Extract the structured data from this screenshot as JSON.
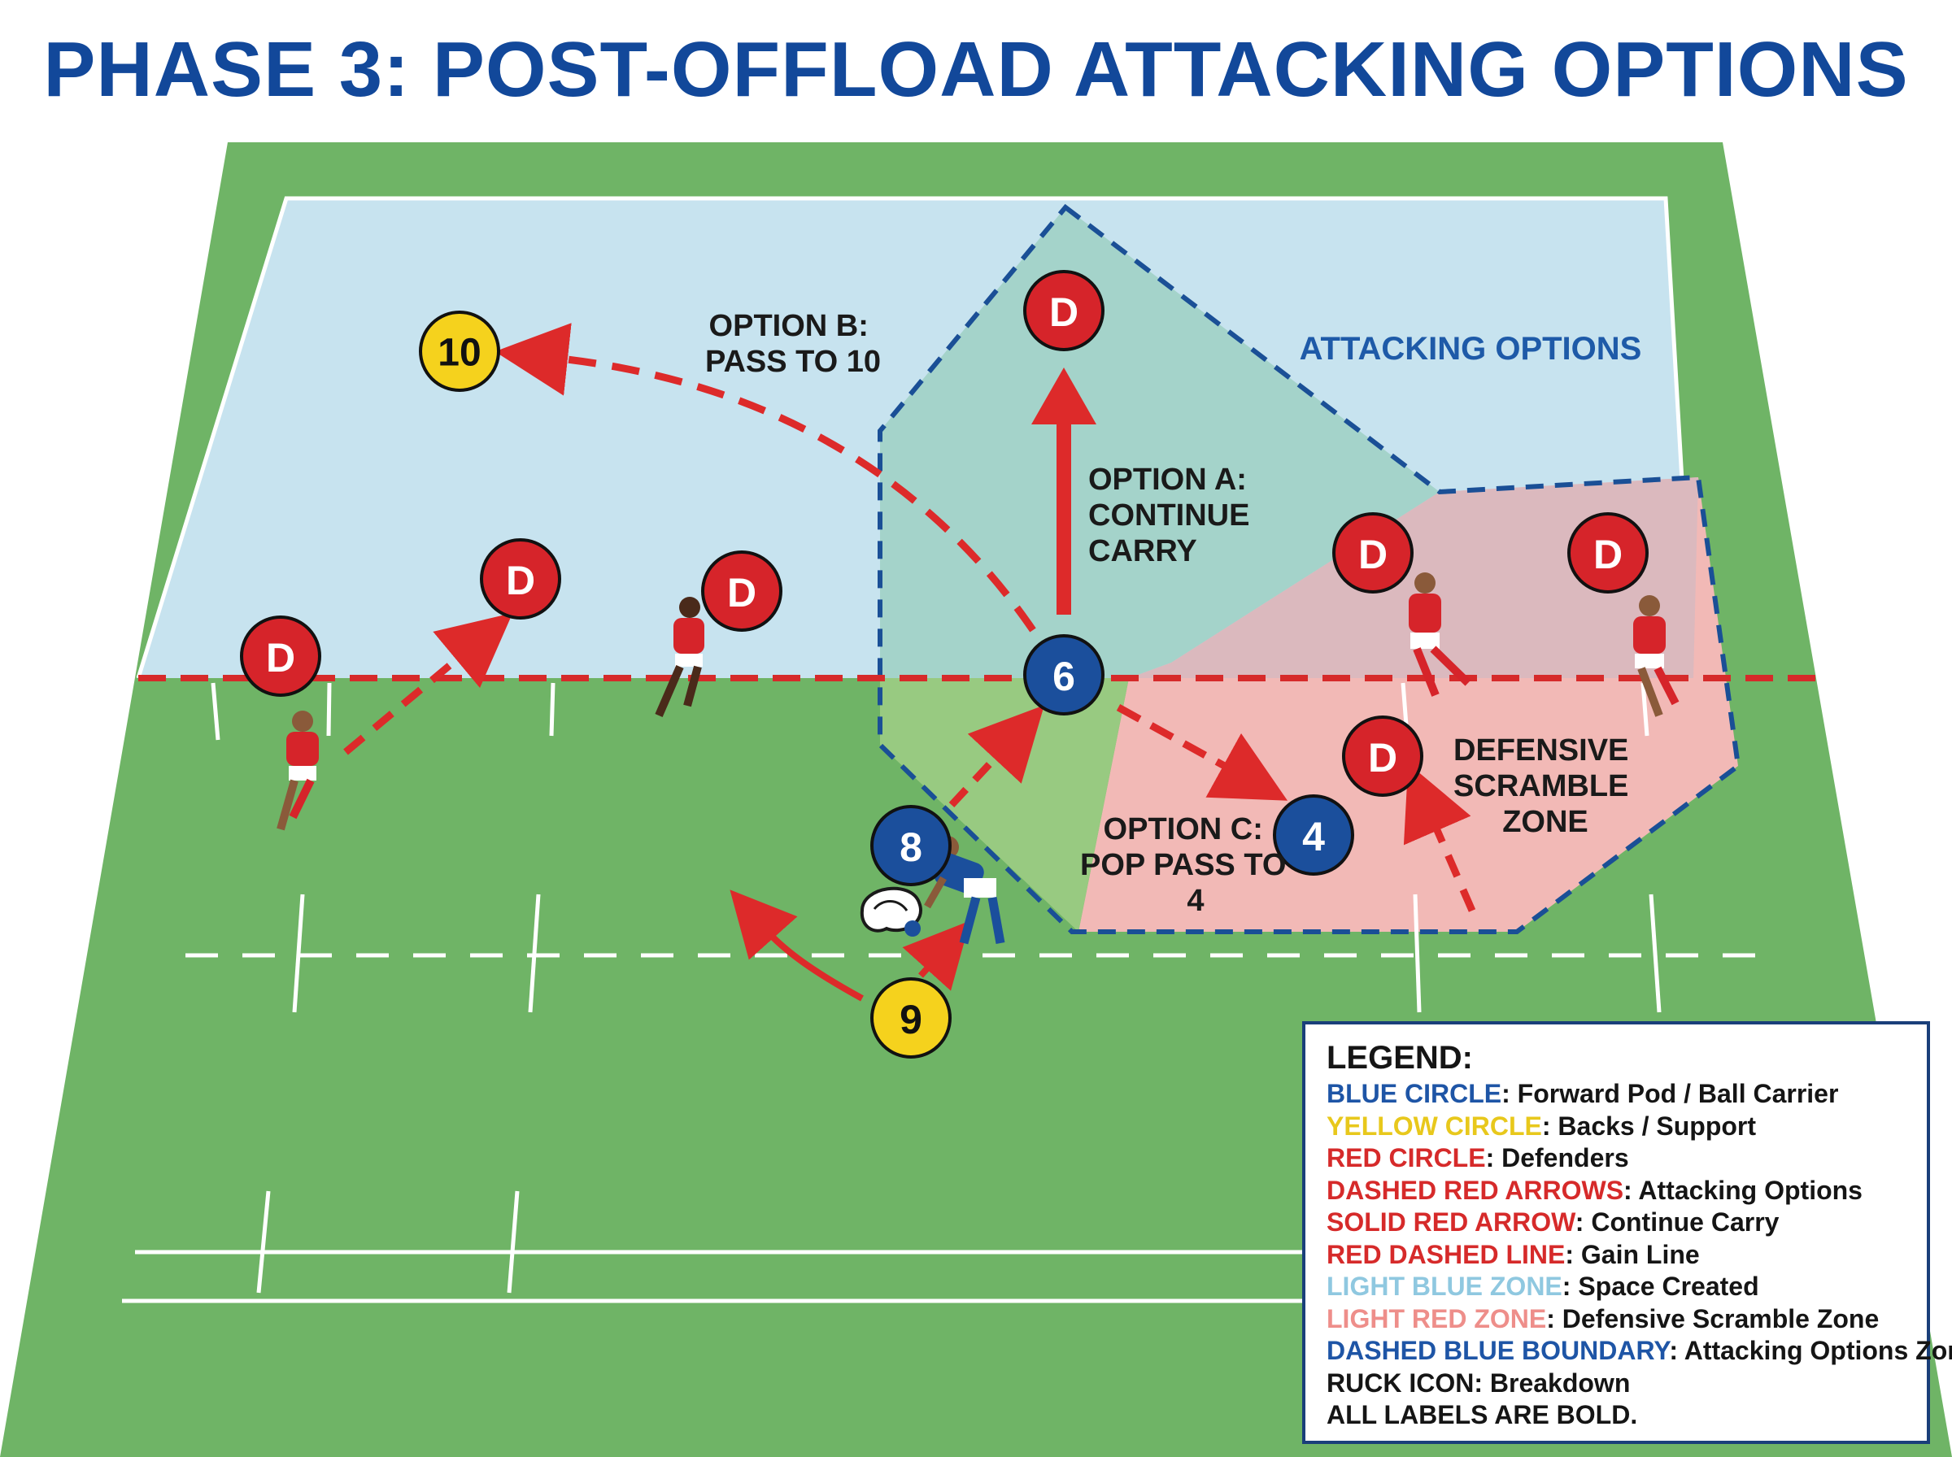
{
  "title": "PHASE 3: POST-OFFLOAD ATTACKING OPTIONS",
  "labels": {
    "option_a": [
      "OPTION A:",
      "CONTINUE",
      "CARRY"
    ],
    "option_b": [
      "OPTION B:",
      "PASS TO 10"
    ],
    "option_c": [
      "OPTION C:",
      "POP PASS TO",
      "4"
    ],
    "attacking_options": "ATTACKING OPTIONS",
    "defensive_zone": [
      "DEFENSIVE",
      "SCRAMBLE",
      "ZONE"
    ]
  },
  "tokens": {
    "forward_6": "6",
    "forward_8": "8",
    "forward_4": "4",
    "back_10": "10",
    "back_9": "9",
    "defender": "D"
  },
  "colors": {
    "title": "#12489a",
    "pitch": "#6fb466",
    "blue_zone": "#c7e3ef",
    "red_zone": "#f2b9b6",
    "blue_circle": "#1b4f9c",
    "yellow_circle": "#f5d21d",
    "red_circle": "#d6242a",
    "arrow_red": "#dd2a2a",
    "boundary_blue": "#1a4f96"
  },
  "legend": {
    "title": "LEGEND:",
    "items": [
      {
        "key": "BLUE CIRCLE",
        "desc": ": Forward Pod / Ball Carrier",
        "color": "#1e55a6"
      },
      {
        "key": "YELLOW CIRCLE",
        "desc": ": Backs / Support",
        "color": "#e8c81c"
      },
      {
        "key": "RED CIRCLE",
        "desc": ": Defenders",
        "color": "#d62a2a"
      },
      {
        "key": "DASHED RED ARROWS",
        "desc": ": Attacking Options",
        "color": "#d62a2a"
      },
      {
        "key": "SOLID RED ARROW",
        "desc": ": Continue Carry",
        "color": "#d62a2a"
      },
      {
        "key": "RED DASHED LINE",
        "desc": ": Gain Line",
        "color": "#d62a2a"
      },
      {
        "key": "LIGHT BLUE ZONE",
        "desc": ": Space Created",
        "color": "#8fc8e0"
      },
      {
        "key": "LIGHT RED ZONE",
        "desc": ": Defensive Scramble Zone",
        "color": "#ee8e8a"
      },
      {
        "key": "DASHED BLUE BOUNDARY",
        "desc": ": Attacking Options Zone",
        "color": "#1e55a6"
      },
      {
        "key": "",
        "desc": "RUCK ICON: Breakdown",
        "color": "#151515"
      },
      {
        "key": "",
        "desc": "ALL LABELS ARE BOLD.",
        "color": "#151515"
      }
    ]
  }
}
